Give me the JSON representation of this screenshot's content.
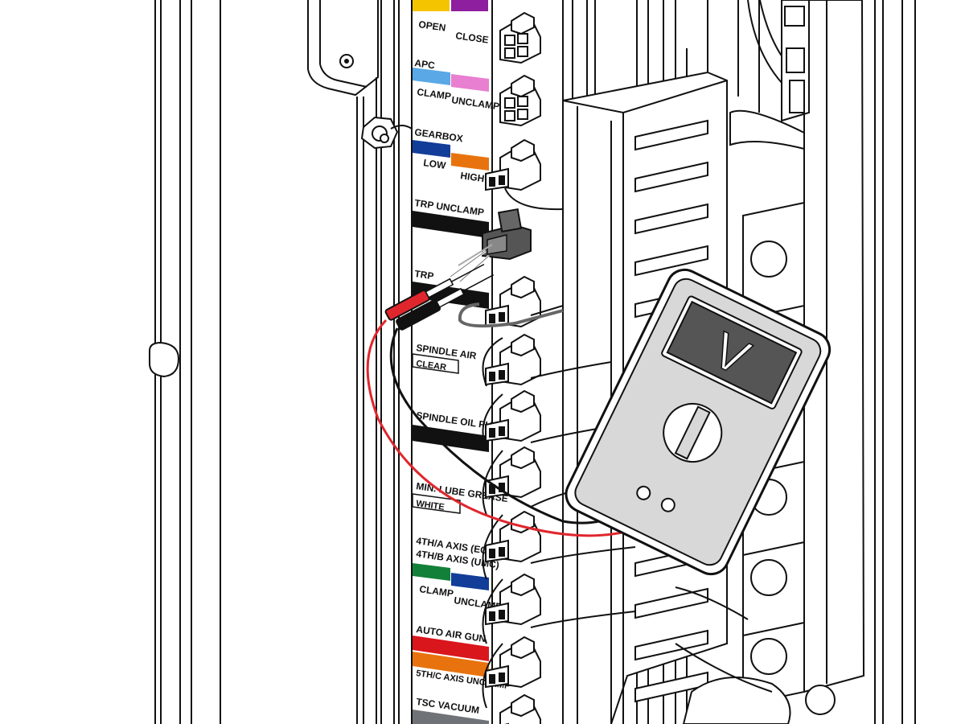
{
  "colors": {
    "open": "#f5c400",
    "close": "#8e1f9e",
    "apc_clamp": "#5aa8e6",
    "apc_unclamp": "#e97fd0",
    "gearbox_low": "#123d99",
    "gearbox_high": "#e8730e",
    "trp_unclamp": "#111111",
    "trp": "#111111",
    "spindle_oil_pump": "#111111",
    "axis_clamp": "#13803a",
    "axis_unclamp": "#123d99",
    "auto_air_gun": "#d9161c",
    "axis5_unclamp": "#e8730e",
    "tsc_vacuum": "#6f7378",
    "probe_red": "#e0262d",
    "probe_black": "#111111",
    "meter_body": "#d8d8d8",
    "meter_screen": "#555555"
  },
  "labels": {
    "open": "OPEN",
    "close": "CLOSE",
    "apc": "APC",
    "apc_clamp": "CLAMP",
    "apc_unclamp": "UNCLAMP",
    "gearbox": "GEARBOX",
    "gearbox_low": "LOW",
    "gearbox_high": "HIGH",
    "trp_unclamp": "TRP UNCLAMP",
    "trp": "TRP",
    "spindle_air": "SPINDLE AIR",
    "spindle_air_clear": "CLEAR",
    "spindle_oil_pump": "SPINDLE OIL PUMP",
    "min_lube": "MIN. LUBE GREASE",
    "min_lube_white": "WHITE",
    "axis4_ec": "4TH/A AXIS (EC)",
    "axis4_umc": "4TH/B AXIS (UMC)",
    "axis_clamp": "CLAMP",
    "axis_unclamp": "UNCLAMP",
    "auto_air_gun": "AUTO AIR GUN",
    "axis5_unclamp": "5TH/C AXIS UNCLAMP",
    "tsc_vacuum": "TSC VACUUM"
  },
  "meter": {
    "display": "V",
    "icon": "voltmeter-icon"
  }
}
